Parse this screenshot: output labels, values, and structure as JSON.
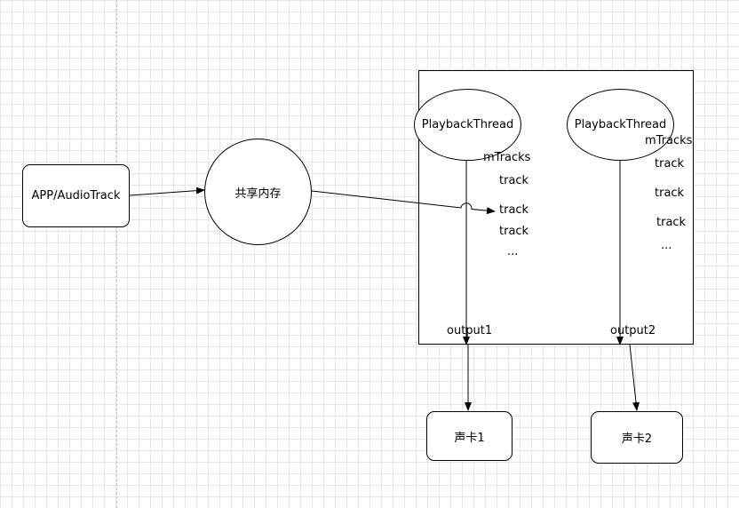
{
  "app_box": {
    "label": "APP/AudioTrack"
  },
  "shared_memory": {
    "label": "共享内存"
  },
  "playback_thread_1": {
    "label": "PlaybackThread",
    "tracks_label": "mTracks",
    "tracks": [
      "track",
      "track",
      "track"
    ],
    "more": "...",
    "output": "output1"
  },
  "playback_thread_2": {
    "label": "PlaybackThread",
    "tracks_label": "mTracks",
    "tracks": [
      "track",
      "track",
      "track"
    ],
    "more": "...",
    "output": "output2"
  },
  "sound_card_1": {
    "label": "声卡1"
  },
  "sound_card_2": {
    "label": "声卡2"
  }
}
